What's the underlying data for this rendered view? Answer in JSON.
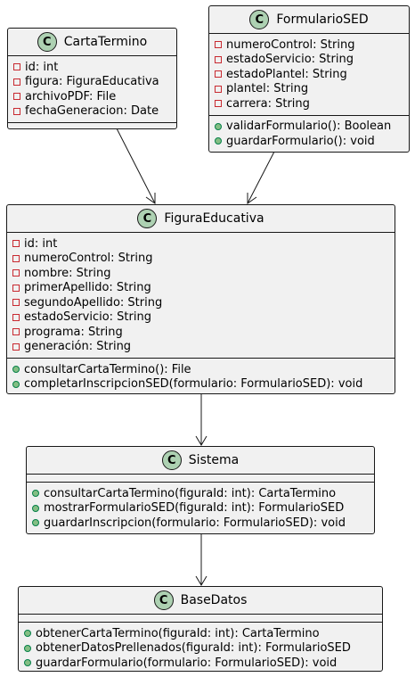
{
  "classes": {
    "carta": {
      "name": "CartaTermino",
      "attributes": [
        "id: int",
        "figura: FiguraEducativa",
        "archivoPDF: File",
        "fechaGeneracion: Date"
      ],
      "methods": []
    },
    "formulario": {
      "name": "FormularioSED",
      "attributes": [
        "numeroControl: String",
        "estadoServicio: String",
        "estadoPlantel: String",
        "plantel: String",
        "carrera: String"
      ],
      "methods": [
        "validarFormulario(): Boolean",
        "guardarFormulario(): void"
      ]
    },
    "figura": {
      "name": "FiguraEducativa",
      "attributes": [
        "id: int",
        "numeroControl: String",
        "nombre: String",
        "primerApellido: String",
        "segundoApellido: String",
        "estadoServicio: String",
        "programa: String",
        "generación: String"
      ],
      "methods": [
        "consultarCartaTermino(): File",
        "completarInscripcionSED(formulario: FormularioSED): void"
      ]
    },
    "sistema": {
      "name": "Sistema",
      "attributes": [],
      "methods": [
        "consultarCartaTermino(figuraId: int): CartaTermino",
        "mostrarFormularioSED(figuraId: int): FormularioSED",
        "guardarInscripcion(formulario: FormularioSED): void"
      ]
    },
    "basedatos": {
      "name": "BaseDatos",
      "attributes": [],
      "methods": [
        "obtenerCartaTermino(figuraId: int): CartaTermino",
        "obtenerDatosPrellenados(figuraId: int): FormularioSED",
        "guardarFormulario(formulario: FormularioSED): void"
      ]
    }
  },
  "stereotype_letter": "C",
  "colors": {
    "badge": "#add1b2",
    "box": "#f1f1f1",
    "border": "#181818",
    "private": "#c82930",
    "public": "#84be84"
  }
}
